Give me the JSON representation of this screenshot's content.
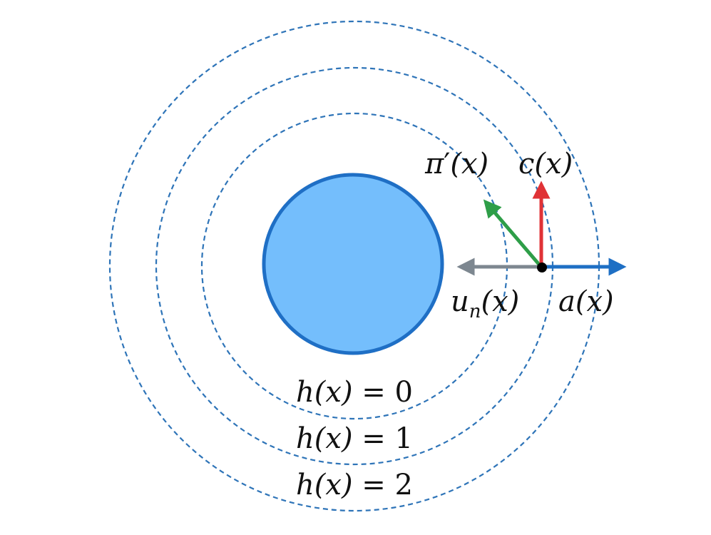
{
  "colors": {
    "obstacle_fill": "#74BEFC",
    "obstacle_stroke": "#1F6FC5",
    "level_set_stroke": "#2E74B8",
    "arrow_a": "#1E6FC4",
    "arrow_un": "#7D8790",
    "arrow_pi": "#2E9E48",
    "arrow_c": "#E03236",
    "point": "#000000",
    "text": "#111111"
  },
  "labels": {
    "pi_name": "π",
    "pi_prime": "′",
    "pi_arg": "(x)",
    "c_name": "c",
    "c_arg": "(x)",
    "un_name": "u",
    "un_sub": "n",
    "un_arg": "(x)",
    "a_name": "a",
    "a_arg": "(x)"
  },
  "level_sets": [
    {
      "lhs": "h(x)",
      "eq": "=",
      "value": "0"
    },
    {
      "lhs": "h(x)",
      "eq": "=",
      "value": "1"
    },
    {
      "lhs": "h(x)",
      "eq": "=",
      "value": "2"
    }
  ]
}
